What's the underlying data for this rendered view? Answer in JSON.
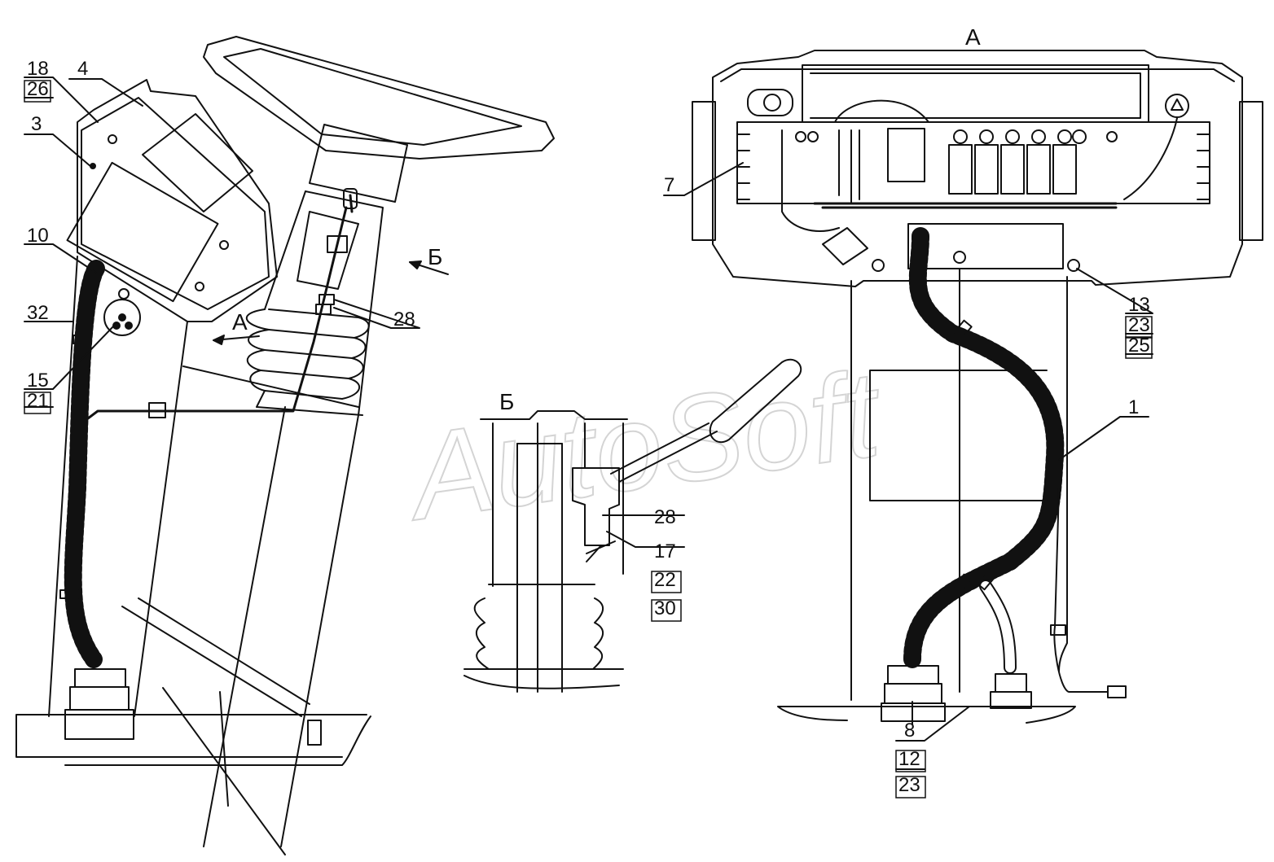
{
  "views": {
    "a_title": "А",
    "b_title": "Б",
    "arrow_a": "А",
    "arrow_b": "Б"
  },
  "watermark": "AutoSoft",
  "callouts": {
    "c18": "18",
    "c26": "26",
    "c4": "4",
    "c3": "3",
    "c10": "10",
    "c32": "32",
    "c15": "15",
    "c21": "21",
    "c28_left": "28",
    "c28_mid": "28",
    "c17": "17",
    "c22": "22",
    "c30": "30",
    "c7": "7",
    "c13": "13",
    "c23_right": "23",
    "c25": "25",
    "c1": "1",
    "c8": "8",
    "c12": "12",
    "c23_bottom": "23"
  },
  "colors": {
    "line": "#111111",
    "watermark": "#d4d4d4"
  }
}
